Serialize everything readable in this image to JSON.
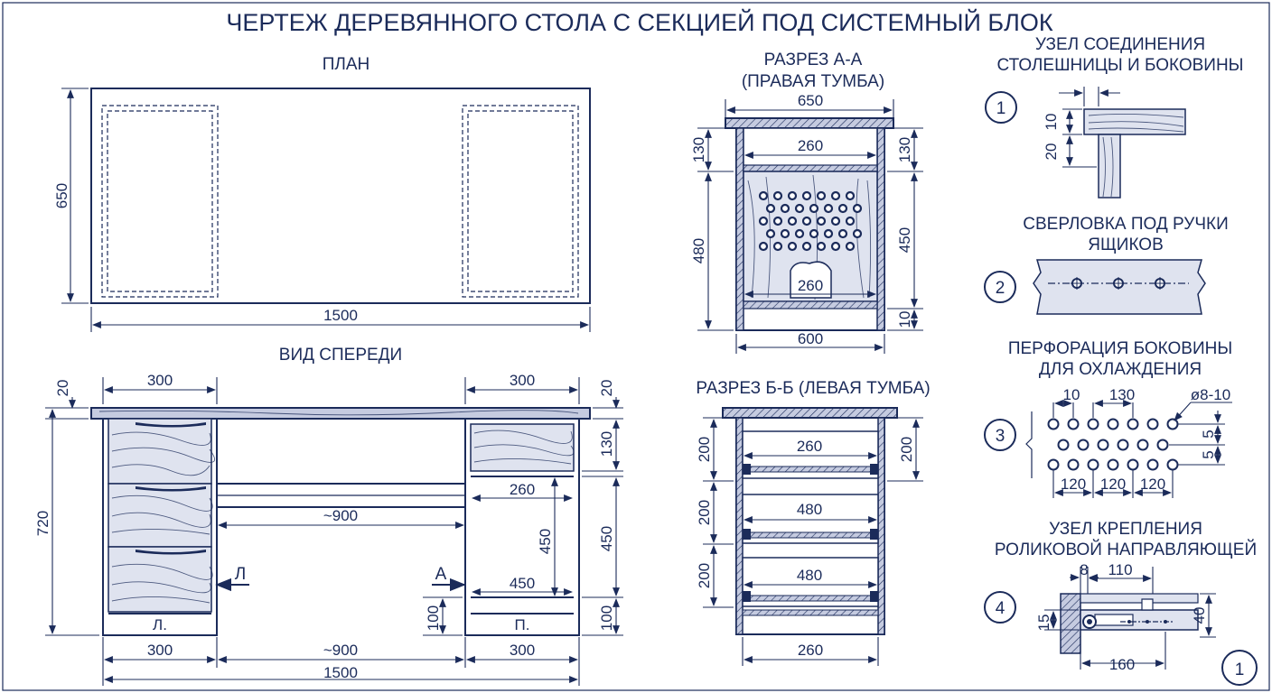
{
  "title": "ЧЕРТЕЖ ДЕРЕВЯННОГО СТОЛА С СЕКЦИЕЙ ПОД СИСТЕМНЫЙ БЛОК",
  "sheet_number": "1",
  "plan": {
    "label": "ПЛАН",
    "width": "1500",
    "depth": "650"
  },
  "front": {
    "label": "ВИД СПЕРЕДИ",
    "left_top": "300",
    "right_top": "300",
    "top_thick_left": "20",
    "top_thick_right": "20",
    "height": "720",
    "middle_gap": "~900",
    "right_inner": "260",
    "right_drawer": "130",
    "right_inner_h": "450",
    "right_outer_h": "450",
    "right_bottom_w": "450",
    "plinth_left": "100",
    "plinth_right": "100",
    "section_left": "Л",
    "section_right": "А",
    "pedestal_left": "Л.",
    "pedestal_right": "П.",
    "bottom_left": "300",
    "bottom_mid": "~900",
    "bottom_right": "300",
    "bottom_total": "1500"
  },
  "section_a": {
    "label_line1": "РАЗРЕЗ А-А",
    "label_line2": "(ПРАВАЯ ТУМБА)",
    "top_w": "650",
    "top_dim": "130",
    "top_dim_right": "130",
    "inner_top": "260",
    "mid_h": "480",
    "right_h": "450",
    "inner_bottom": "260",
    "bottom_h": "10",
    "bottom_w": "600"
  },
  "section_b": {
    "label": "РАЗРЕЗ Б-Б (ЛЕВАЯ ТУМБА)",
    "drawer1_h": "200",
    "drawer2_h": "200",
    "drawer3_h": "200",
    "right_h": "200",
    "drawer1_w": "260",
    "drawer2_w": "480",
    "drawer3_w": "480",
    "bottom_w": "260"
  },
  "detail1": {
    "number": "1",
    "label_line1": "УЗЕЛ СОЕДИНЕНИЯ",
    "label_line2": "СТОЛЕШНИЦЫ И БОКОВИНЫ",
    "dim_a": "10",
    "dim_b": "20"
  },
  "detail2": {
    "number": "2",
    "label_line1": "СВЕРЛОВКА ПОД РУЧКИ",
    "label_line2": "ЯЩИКОВ"
  },
  "detail3": {
    "number": "3",
    "label_line1": "ПЕРФОРАЦИЯ БОКОВИНЫ",
    "label_line2": "ДЛЯ ОХЛАЖДЕНИЯ",
    "dim_a": "10",
    "dim_b": "130",
    "diam": "ø8-10",
    "dim_c": "5",
    "dim_d": "5",
    "dim_e": "120",
    "dim_f": "120",
    "dim_g": "120"
  },
  "detail4": {
    "number": "4",
    "label_line1": "УЗЕЛ КРЕПЛЕНИЯ",
    "label_line2": "РОЛИКОВОЙ НАПРАВЛЯЮЩЕЙ",
    "dim_a": "8",
    "dim_b": "110",
    "dim_c": "15",
    "dim_d": "40",
    "dim_e": "160"
  },
  "colors": {
    "ink": "#1b2b5a",
    "wood": "#c5cbe0",
    "paper": "#ffffff"
  }
}
